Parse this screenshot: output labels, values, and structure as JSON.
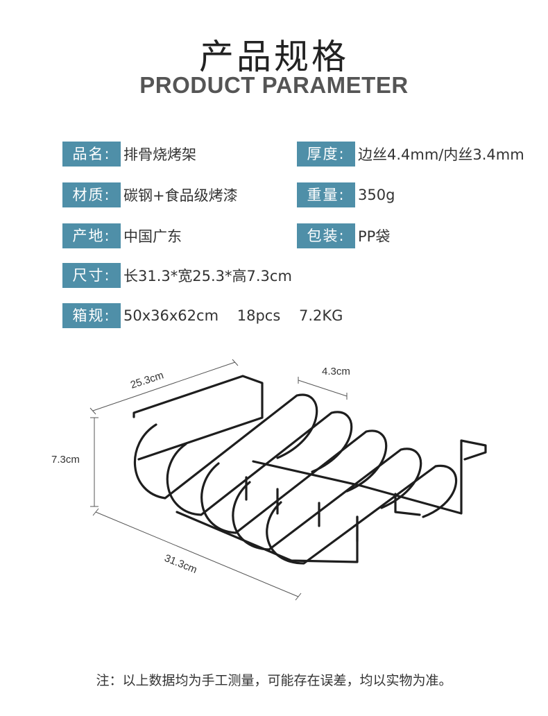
{
  "header": {
    "title_cn": "产品规格",
    "title_en": "PRODUCT PARAMETER"
  },
  "params": {
    "name": {
      "label": "品名:",
      "value": "排骨烧烤架"
    },
    "material": {
      "label": "材质:",
      "value": "碳钢+食品级烤漆"
    },
    "origin": {
      "label": "产地:",
      "value": "中国广东"
    },
    "size": {
      "label": "尺寸:",
      "value": "长31.3*宽25.3*高7.3cm"
    },
    "box": {
      "label": "箱规:",
      "value": "50x36x62cm    18pcs    7.2KG"
    },
    "thickness": {
      "label": "厚度:",
      "value": "边丝4.4mm/内丝3.4mm"
    },
    "weight": {
      "label": "重量:",
      "value": "350g"
    },
    "package": {
      "label": "包装:",
      "value": "PP袋"
    }
  },
  "dimensions": {
    "width": "25.3cm",
    "gap": "4.3cm",
    "height": "7.3cm",
    "length": "31.3cm"
  },
  "note": "注：以上数据均为手工测量，可能存在误差，均以实物为准。",
  "colors": {
    "label_bg": "#4f8fa8",
    "wire": "#1e1e1e"
  }
}
